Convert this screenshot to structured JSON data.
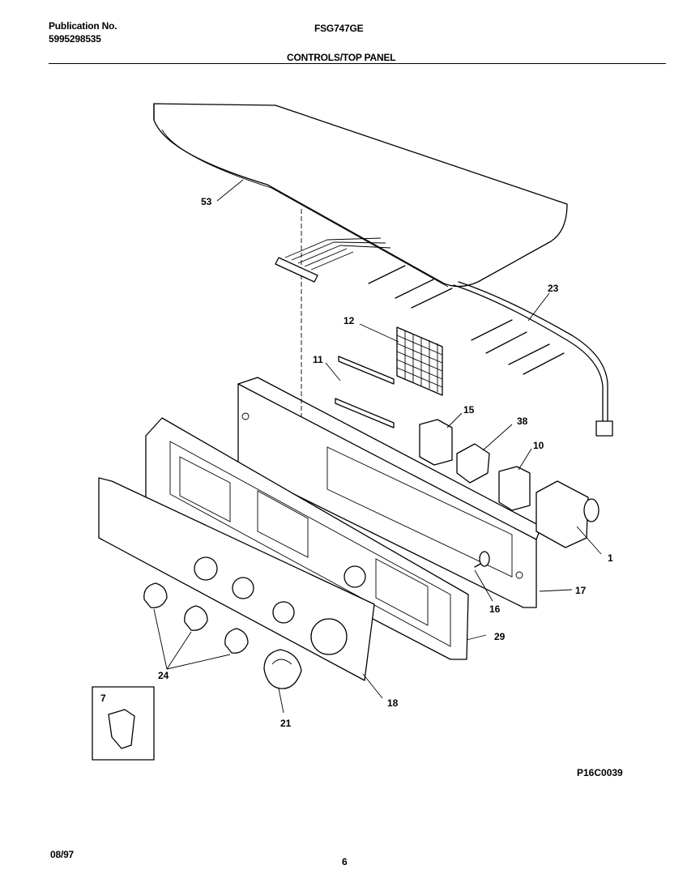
{
  "header": {
    "publication_label": "Publication No.",
    "publication_number": "5995298535",
    "model": "FSG747GE",
    "section_title": "CONTROLS/TOP PANEL"
  },
  "diagram": {
    "code": "P16C0039",
    "callouts": {
      "c53": "53",
      "c12": "12",
      "c11": "11",
      "c23": "23",
      "c15": "15",
      "c38": "38",
      "c10": "10",
      "c1": "1",
      "c17": "17",
      "c16": "16",
      "c29": "29",
      "c24": "24",
      "c18": "18",
      "c21": "21",
      "c7": "7"
    }
  },
  "footer": {
    "date": "08/97",
    "page": "6"
  }
}
